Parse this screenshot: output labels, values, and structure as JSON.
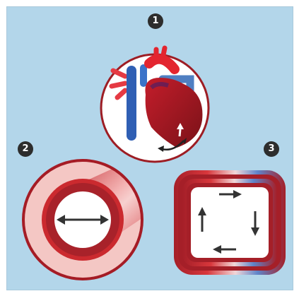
{
  "badges": [
    "1",
    "2",
    "3"
  ],
  "colors": {
    "panel_bg": "#b3d6ea",
    "badge_bg": "#2d2d2d",
    "vessel_red": "#a32028",
    "bright_red": "#e0252f",
    "vein_blue": "#4f7fc2",
    "arrow_dark": "#333333",
    "circle_fill": "#ffffff"
  },
  "panels": [
    {
      "badge": "1",
      "icon": "heart-icon"
    },
    {
      "badge": "2",
      "icon": "vessel-cross-section-icon"
    },
    {
      "badge": "3",
      "icon": "circulation-loop-icon"
    }
  ]
}
